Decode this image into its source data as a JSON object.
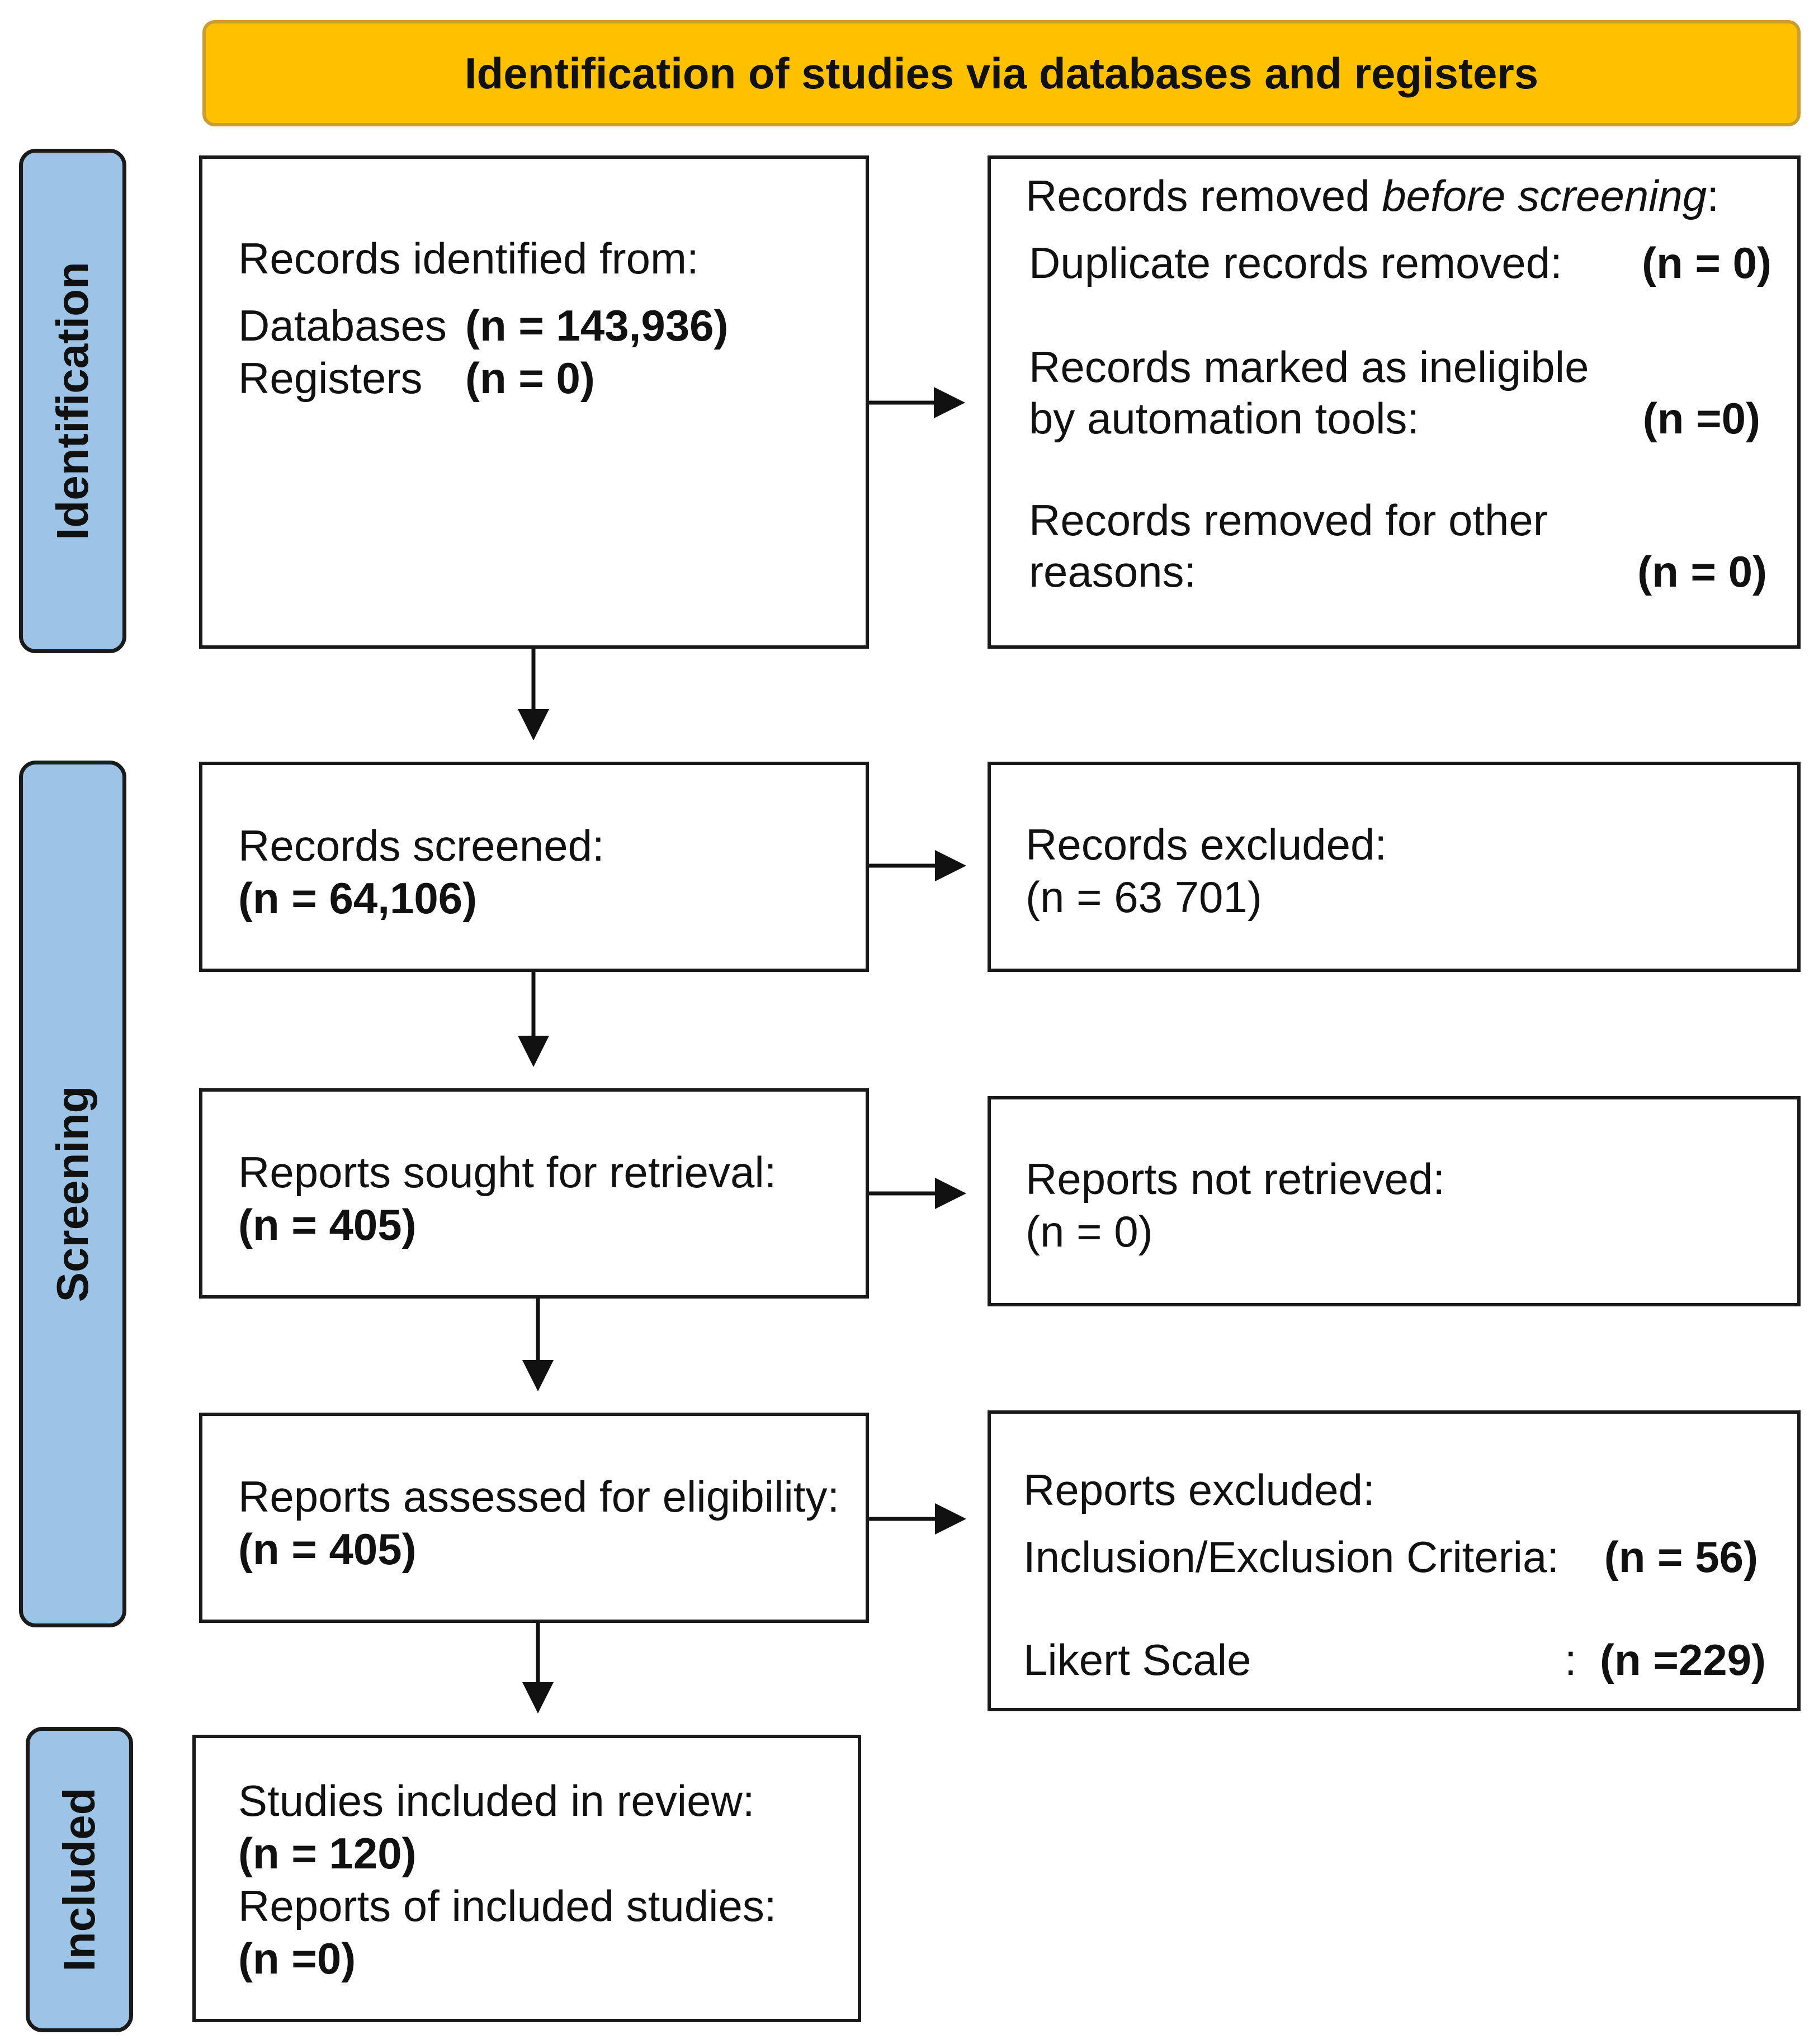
{
  "banner": {
    "title": "Identification of studies via databases and registers"
  },
  "phases": {
    "identification": "Identification",
    "screening": "Screening",
    "included": "Included"
  },
  "identified": {
    "heading": "Records identified from:",
    "databases_label": "Databases",
    "databases_value": "(n = 143,936)",
    "registers_label": "Registers",
    "registers_value": "(n = 0)"
  },
  "removed": {
    "heading_prefix": "Records removed ",
    "heading_italic": "before screening",
    "heading_suffix": ":",
    "duplicates_label": "Duplicate records removed:",
    "duplicates_value": "(n = 0)",
    "ineligible_line1": "Records marked as ineligible",
    "ineligible_line2": "by automation tools:",
    "ineligible_value": "(n =0)",
    "other_line1": "Records removed for other",
    "other_line2": "reasons:",
    "other_value": "(n = 0)"
  },
  "screened": {
    "label": "Records screened:",
    "value": "(n = 64,106)"
  },
  "excluded": {
    "label": "Records excluded:",
    "value": "(n = 63 701)"
  },
  "sought": {
    "label": "Reports sought for retrieval:",
    "value": "(n = 405)"
  },
  "not_retrieved": {
    "label": "Reports not retrieved:",
    "value": "(n = 0)"
  },
  "assessed": {
    "label": "Reports assessed for eligibility:",
    "value": "(n = 405)"
  },
  "reports_excluded": {
    "heading": "Reports excluded:",
    "criteria_label": "Inclusion/Exclusion Criteria:",
    "criteria_value": "(n = 56)",
    "likert_label": "Likert Scale",
    "likert_colon": ":",
    "likert_value": "(n =229)"
  },
  "included": {
    "studies_label": "Studies included in review:",
    "studies_value": "(n = 120)",
    "reports_label": "Reports of included studies:",
    "reports_value": "(n =0)"
  }
}
